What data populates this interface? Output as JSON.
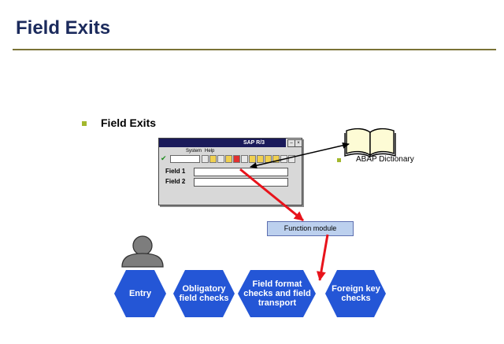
{
  "header": {
    "title": "Field Exits"
  },
  "bullet_main": "Field Exits",
  "sap_window": {
    "title": "SAP R/3",
    "menu": [
      "System",
      "Help"
    ],
    "fields": [
      "Field 1",
      "Field 2"
    ]
  },
  "dictionary": {
    "label": "ABAP Dictionary"
  },
  "function_module": {
    "label": "Function module"
  },
  "steps": [
    {
      "label": "Entry"
    },
    {
      "label": "Obligatory field checks"
    },
    {
      "label": "Field format checks and field transport"
    },
    {
      "label": "Foreign key checks"
    }
  ],
  "colors": {
    "title": "#1b2a5c",
    "rule": "#7a7336",
    "bullet": "#a3b82e",
    "hexagon": "#2456d6",
    "arrow_red": "#e8131b",
    "function_box": "#bcd0ee",
    "book": "#fdfbd5"
  },
  "icons": [
    "user-silhouette-icon",
    "open-book-icon"
  ]
}
